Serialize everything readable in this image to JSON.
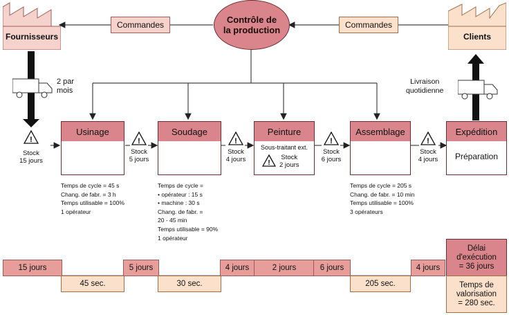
{
  "control": {
    "label": "Contrôle de\nla production"
  },
  "orders": {
    "left": "Commandes",
    "right": "Commandes"
  },
  "supplier": {
    "label": "Fournisseurs",
    "shipping": "2 par\nmois"
  },
  "client": {
    "label": "Clients",
    "shipping": "Livraison\nquotidienne"
  },
  "processes": [
    {
      "name": "Usinage"
    },
    {
      "name": "Soudage"
    },
    {
      "name": "Peinture",
      "body": "Sous-traitant ext.",
      "stock": "Stock\n2 jours"
    },
    {
      "name": "Assemblage"
    },
    {
      "name": "Expédition",
      "body": "Préparation"
    }
  ],
  "stocks": [
    "Stock\n15 jours",
    "Stock\n5 jours",
    "Stock\n4 jours",
    "Stock\n6 jours",
    "Stock\n4 jours"
  ],
  "info": {
    "usinage": [
      "Temps de cycle = 45 s",
      "Chang. de fabr. = 3 h",
      "Temps utilisable = 100%",
      "1 opérateur"
    ],
    "soudage": [
      "Temps de cycle =",
      "• opérateur : 15 s",
      "• machine : 30 s",
      "Chang. de fabr. =",
      "20 - 45 min",
      "Temps utilisable = 90%",
      "1 opérateur"
    ],
    "assemblage": [
      "Temps de cycle = 205 s",
      "Chang. de fabr. = 10 min",
      "Temps utilisable = 100%",
      "3 opérateurs"
    ]
  },
  "timeline": {
    "waits": [
      "15 jours",
      "5 jours",
      "4 jours",
      "2 jours",
      "6 jours",
      "4 jours"
    ],
    "works": [
      "45 sec.",
      "30 sec.",
      "205 sec."
    ],
    "lead_time": "Délai\nd'exécution\n= 36 jours",
    "value_time": "Temps de\nvalorisation\n= 280 sec."
  }
}
